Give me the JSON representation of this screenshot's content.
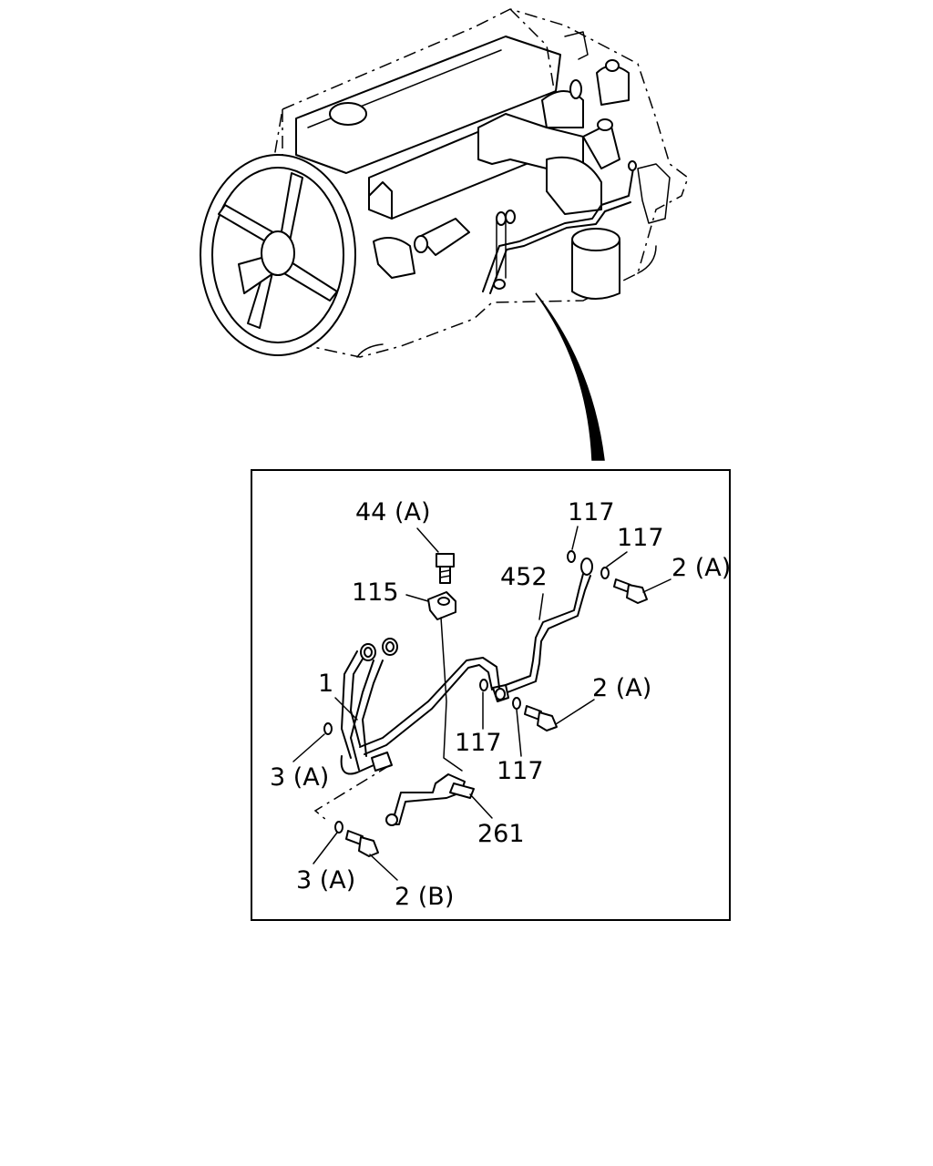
{
  "callouts": {
    "c44a": "44 (A)",
    "c115": "115",
    "c117_top_left": "117",
    "c117_top_right": "117",
    "c452": "452",
    "c2a_top": "2 (A)",
    "c1": "1",
    "c2a_mid": "2 (A)",
    "c117_mid_left": "117",
    "c117_mid_right": "117",
    "c3a_upper": "3 (A)",
    "c261": "261",
    "c3a_lower": "3 (A)",
    "c2b": "2 (B)"
  }
}
